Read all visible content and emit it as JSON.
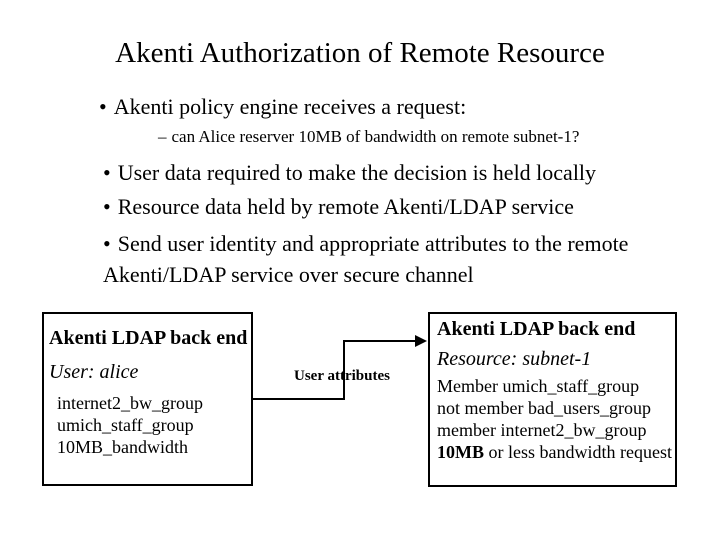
{
  "slide": {
    "title": "Akenti Authorization of Remote Resource",
    "bullet_marker": "•",
    "dash_marker": "–",
    "bullets": {
      "request": "Akenti policy engine receives a request:",
      "request_detail": "can Alice reserver 10MB of bandwidth on remote subnet-1?",
      "user_data": "User data required to make the decision is held locally",
      "resource_data": "Resource data held by remote Akenti/LDAP service",
      "send_attributes": "Send user identity and appropriate attributes to the remote Akenti/LDAP service over secure channel"
    }
  },
  "diagram": {
    "left_box": {
      "title": "Akenti LDAP back end",
      "subtitle": "User: alice",
      "lines": [
        "internet2_bw_group",
        "umich_staff_group",
        "10MB_bandwidth"
      ]
    },
    "right_box": {
      "title": "Akenti LDAP back end",
      "subtitle": "Resource: subnet-1",
      "lines": [
        "Member umich_staff_group",
        "not member bad_users_group",
        "member internet2_bw_group"
      ],
      "last_line_bold": "10MB",
      "last_line_rest": " or less bandwidth request"
    },
    "arrow_label": "User attributes"
  },
  "colors": {
    "background": "#ffffff",
    "text": "#000000",
    "box_border": "#000000",
    "arrow": "#000000"
  }
}
